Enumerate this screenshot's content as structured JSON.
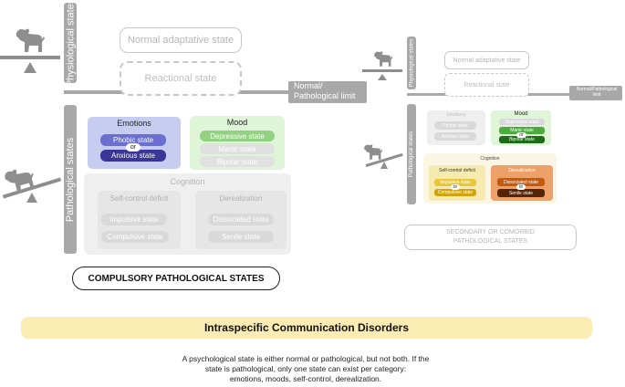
{
  "left": {
    "physiological_label": "Physiological states",
    "pathological_label": "Pathological states",
    "normal_adaptative": "Normal adaptative state",
    "reactional": "Reactional state",
    "limit_label": "Normal/\nPathological limit",
    "emotions": {
      "title": "Emotions",
      "phobic": "Phobic state",
      "or": "or",
      "anxious": "Anxious state"
    },
    "mood": {
      "title": "Mood",
      "depressive": "Depressive state",
      "manic": "Manic state",
      "bipolar": "Bipolar state"
    },
    "cognition": {
      "title": "Cognition",
      "selfcontrol": {
        "title": "Self-control deficit",
        "impulsive": "Impulsive state",
        "compulsive": "Compulsive state"
      },
      "derealization": {
        "title": "Derealization",
        "dissociated": "Dissociated state",
        "senile": "Senile state"
      }
    },
    "compulsory_label": "COMPULSORY PATHOLOGICAL STATES"
  },
  "right": {
    "physiological_label": "Physiological states",
    "pathological_label": "Pathological states",
    "normal_adaptative": "Normal adaptative state",
    "reactional": "Reactional state",
    "limit_label": "Normal/Pathological\nlimit",
    "emotions": {
      "title": "Emotions",
      "phobic": "Phobic state",
      "anxious": "Anxious state"
    },
    "mood": {
      "title": "Mood",
      "depressive": "Depressive state",
      "manic": "Manic state",
      "or": "or",
      "bipolar": "Bipolar state"
    },
    "cognition": {
      "title": "Cognition",
      "selfcontrol": {
        "title": "Self-control deficit",
        "impulsive": "Impulsive state",
        "or": "or",
        "compulsive": "Compulsive state"
      },
      "derealization": {
        "title": "Derealization",
        "dissociated": "Dissociated state",
        "or": "or",
        "senile": "Senile state"
      }
    },
    "secondary_label": "SECONDARY OR COMORBID\nPATHOLOGICAL STATES"
  },
  "banner_title": "Intraspecific Communication Disorders",
  "caption": "A psychological state is either normal or pathological, but not both. If the\nstate is pathological, only one state can exist per category:\nemotions, moods, self-control, derealization.",
  "colors": {
    "bar_gray": "#a8a8a8",
    "emotions_bg": "#c7cdf0",
    "phobic": "#6a6fd0",
    "anxious": "#3a3596",
    "mood_bg": "#def5d7",
    "depressive": "#92d282",
    "cognition_bg": "#efefef",
    "banner": "#faecb2",
    "selfcontrol_bg": "#f6eab0",
    "impulsive": "#e7c834",
    "compulsive": "#cfa40c",
    "derealization_bg": "#eea069",
    "dissociated": "#c25a10",
    "senile": "#552508",
    "manic": "#4bab3e",
    "bipolar": "#1e6b1a"
  },
  "icons": [
    "dog-icon",
    "seesaw-icon"
  ]
}
